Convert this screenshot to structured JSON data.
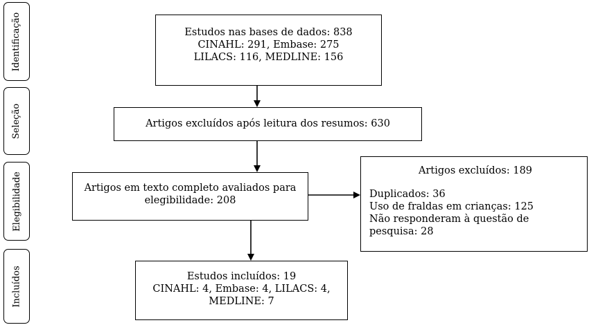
{
  "stages": {
    "identification": "Identificação",
    "selection": "Seleção",
    "eligibility": "Elegibilidade",
    "included": "Incluídos"
  },
  "boxes": {
    "databases": {
      "line1": "Estudos nas bases de dados: 838",
      "line2": "CINAHL: 291, Embase: 275",
      "line3": "LILACS: 116, MEDLINE: 156"
    },
    "excluded_abstracts": {
      "line1": "Artigos excluídos após leitura dos resumos: 630"
    },
    "full_text": {
      "line1": "Artigos em texto completo avaliados para",
      "line2": "elegibilidade: 208"
    },
    "excluded_articles": {
      "title": "Artigos excluídos: 189",
      "line1": "Duplicados: 36",
      "line2": "Uso de fraldas em crianças: 125",
      "line3": "Não responderam à questão de",
      "line4": "pesquisa: 28"
    },
    "included_studies": {
      "line1": "Estudos incluídos: 19",
      "line2": "CINAHL: 4, Embase: 4, LILACS: 4,",
      "line3": "MEDLINE: 7"
    }
  }
}
